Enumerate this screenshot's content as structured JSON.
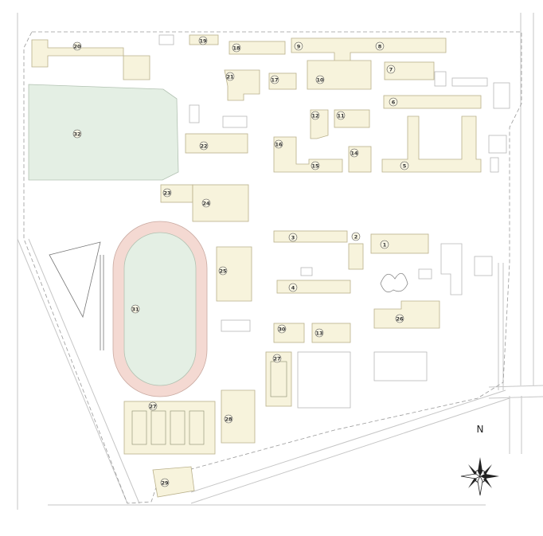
{
  "map": {
    "background": "#ffffff",
    "building_fill": "#f7f3dc",
    "field_color": "#e4efe4",
    "track_color": "#f4d9d2",
    "labels": [
      "1",
      "2",
      "3",
      "4",
      "5",
      "6",
      "7",
      "8",
      "9",
      "10",
      "11",
      "12",
      "13",
      "14",
      "15",
      "16",
      "17",
      "18",
      "19",
      "20",
      "21",
      "22",
      "23",
      "24",
      "25",
      "26",
      "27",
      "27",
      "28",
      "29",
      "30",
      "31",
      "32"
    ],
    "compass": {
      "letter": "N",
      "icon": "compass-rose-icon"
    }
  }
}
